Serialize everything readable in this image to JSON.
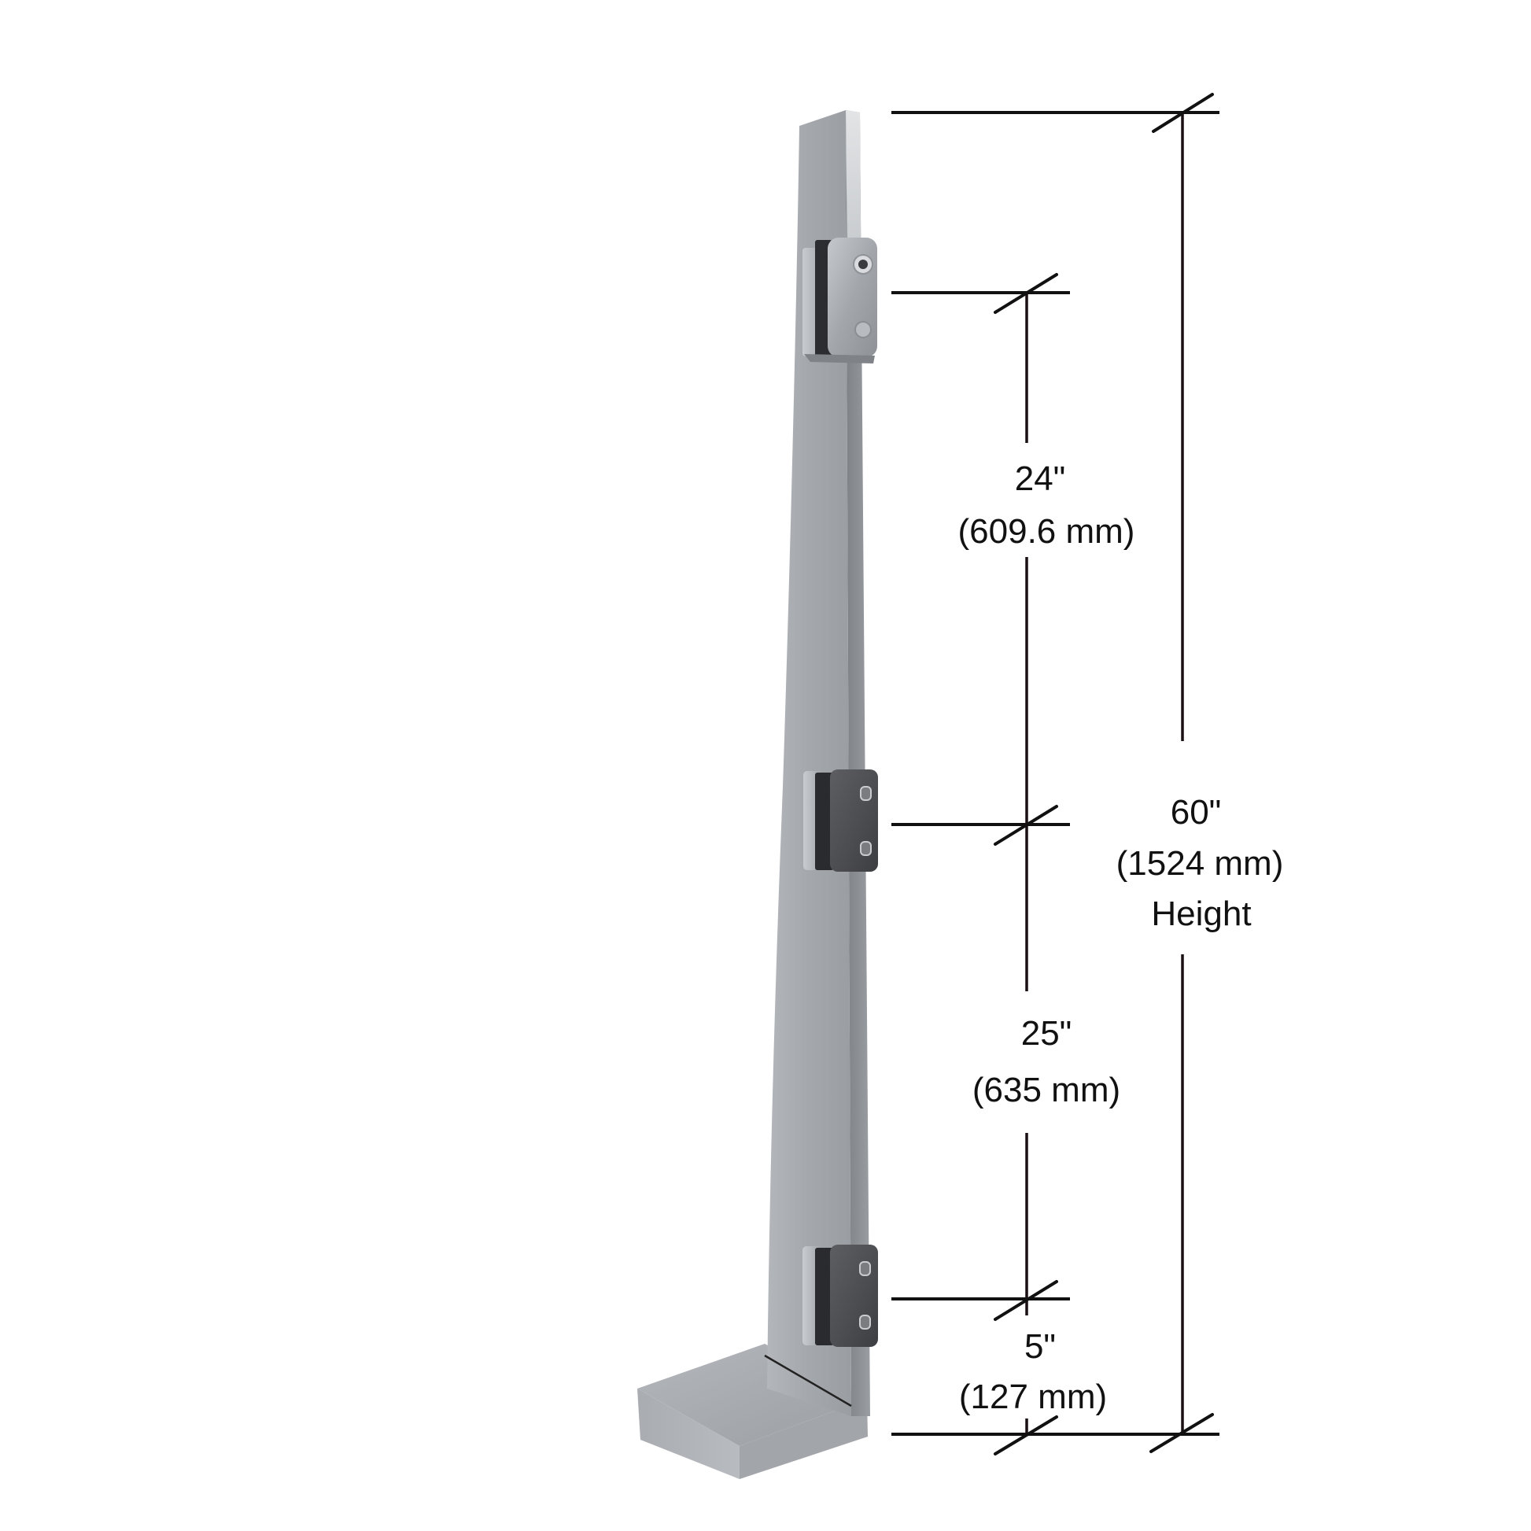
{
  "diagram": {
    "subject": "Glass railing post with glass clamps and base plate",
    "colors": {
      "background": "#ffffff",
      "post_front": "#a3a7ab",
      "post_side": "#8d9196",
      "post_top": "#c8cbce",
      "clamp_silver": "#a9adb2",
      "clamp_dark": "#4a4c50",
      "base_top": "#a7abb0",
      "base_front": "#9fa3a8",
      "dimension_line": "#111111"
    },
    "dimensions": {
      "overall": {
        "value_in": "60\"",
        "value_mm": "(1524 mm)",
        "label": "Height"
      },
      "top_spacing": {
        "value_in": "24\"",
        "value_mm": "(609.6 mm)"
      },
      "middle_spacing": {
        "value_in": "25\"",
        "value_mm": "(635 mm)"
      },
      "bottom_offset": {
        "value_in": "5\"",
        "value_mm": "(127 mm)"
      }
    },
    "clamps": [
      {
        "name": "top-clamp",
        "finish": "silver"
      },
      {
        "name": "middle-clamp",
        "finish": "dark"
      },
      {
        "name": "bottom-clamp",
        "finish": "dark"
      }
    ]
  }
}
